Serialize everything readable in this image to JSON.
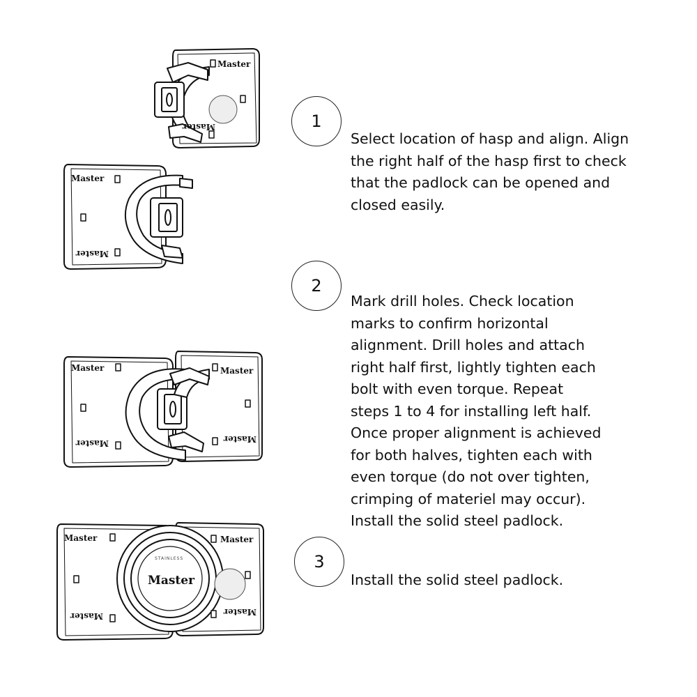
{
  "brand": {
    "name": "Master",
    "badge": "MASTER",
    "badge_small": "STAINLESS"
  },
  "steps": [
    {
      "number": "1",
      "lines": [
        "Select location of hasp and align. Align",
        "the right half of the hasp first to check",
        "that the padlock can be opened and",
        "closed easily."
      ]
    },
    {
      "number": "2",
      "lines": [
        "Mark drill holes. Check location",
        "marks to confirm horizontal",
        "alignment. Drill holes and attach",
        "right half first, lightly tighten each",
        "bolt with even torque. Repeat",
        "steps 1 to 4 for installing left half.",
        "Once proper alignment is achieved",
        "for both halves, tighten each with",
        "even torque (do not over tighten,",
        "crimping of materiel may occur).",
        "Install the solid steel padlock."
      ]
    },
    {
      "number": "3",
      "lines": [
        "Install the solid steel padlock."
      ]
    }
  ]
}
